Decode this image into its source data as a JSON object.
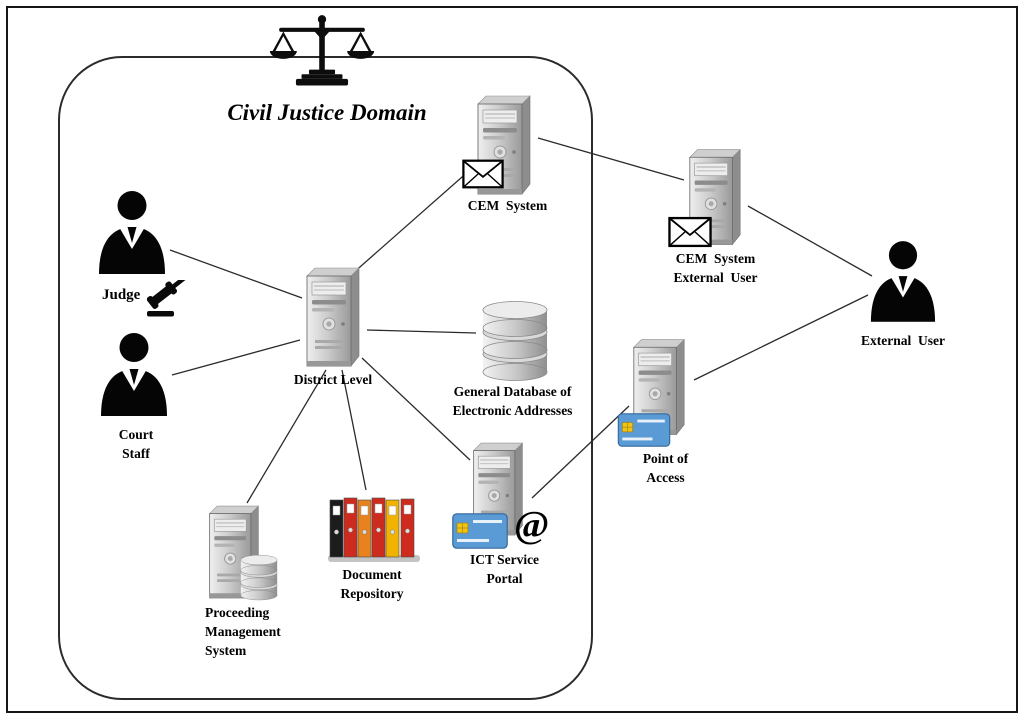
{
  "diagram": {
    "title": "Civil Justice Domain",
    "nodes": {
      "judge": {
        "label": "Judge"
      },
      "court_staff": {
        "label": "Court\nStaff"
      },
      "district_level": {
        "label": "District Level"
      },
      "cem_system": {
        "label": "CEM  System"
      },
      "general_database": {
        "label": "General Database of\nElectronic Addresses"
      },
      "proceeding_management_system": {
        "label": "Proceeding\nManagement\nSystem"
      },
      "document_repository": {
        "label": "Document\nRepository"
      },
      "ict_service_portal": {
        "label": "ICT Service\nPortal"
      },
      "point_of_access": {
        "label": "Point of\nAccess"
      },
      "cem_system_external_user": {
        "label": "CEM  System\nExternal  User"
      },
      "external_user": {
        "label": "External  User"
      },
      "at_symbol": "@"
    },
    "icons": {
      "scales_of_justice": "balance-scales",
      "person": "person-silhouette",
      "computer_tower": "computer-tower",
      "database": "database-cylinders",
      "envelope": "envelope",
      "gavel": "gavel",
      "binders": "binder-row",
      "smart_card": "smart-card",
      "at_sign": "@"
    },
    "colors": {
      "line": "#2b2b2b",
      "card_blue": "#5b9bd5",
      "chip_yellow": "#f2c411",
      "binder_colors": [
        "#1c1c1c",
        "#cd2b1e",
        "#e8821e",
        "#cd2b1e",
        "#f0b400",
        "#cd2b1e"
      ]
    }
  }
}
